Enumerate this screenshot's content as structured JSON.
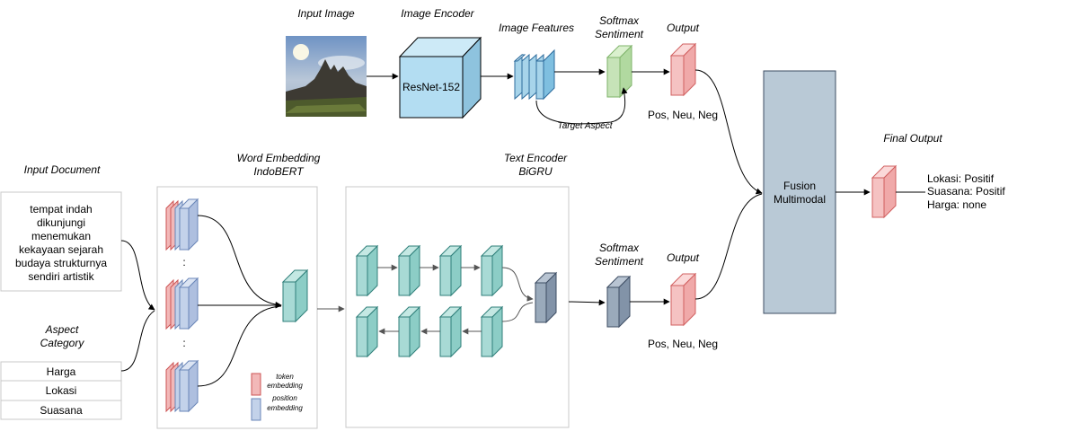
{
  "image_branch": {
    "input_image_label": "Input Image",
    "encoder_label": "Image Encoder",
    "encoder_name": "ResNet-152",
    "features_label": "Image Features",
    "softmax_label_1": "Softmax",
    "softmax_label_2": "Sentiment",
    "output_label": "Output",
    "target_aspect": "Target Aspect",
    "classes": "Pos, Neu, Neg"
  },
  "text_branch": {
    "input_document_label": "Input Document",
    "document_lines": [
      "tempat indah",
      "dikunjungi",
      "menemukan",
      "kekayaan sejarah",
      "budaya strukturnya",
      "sendiri artistik"
    ],
    "aspect_label_1": "Aspect",
    "aspect_label_2": "Category",
    "aspect_items": [
      "Harga",
      "Lokasi",
      "Suasana"
    ],
    "embedding_label_1": "Word Embedding",
    "embedding_label_2": "IndoBERT",
    "dots": ":",
    "legend_token_1": "token",
    "legend_token_2": "embedding",
    "legend_position_1": "position",
    "legend_position_2": "embedding",
    "encoder_label_1": "Text Encoder",
    "encoder_label_2": "BiGRU",
    "softmax_label_1": "Softmax",
    "softmax_label_2": "Sentiment",
    "output_label": "Output",
    "classes": "Pos, Neu, Neg"
  },
  "fusion": {
    "label_1": "Fusion",
    "label_2": "Multimodal",
    "final_output_label": "Final Output",
    "final_lines": [
      "Lokasi: Positif",
      "Suasana: Positif",
      "Harga: none"
    ]
  },
  "colors": {
    "encoder_fill": "#b3ddf2",
    "feature_fill": "#a7d4ea",
    "softmax_green": "#c6e3b8",
    "output_red": "#f5c2c2",
    "teal": "#a8dad5",
    "slate": "#9aaabb",
    "fusion_fill": "#b9c9d6",
    "token_red": "#f2b8b8",
    "position_blue": "#c3d2ea"
  }
}
